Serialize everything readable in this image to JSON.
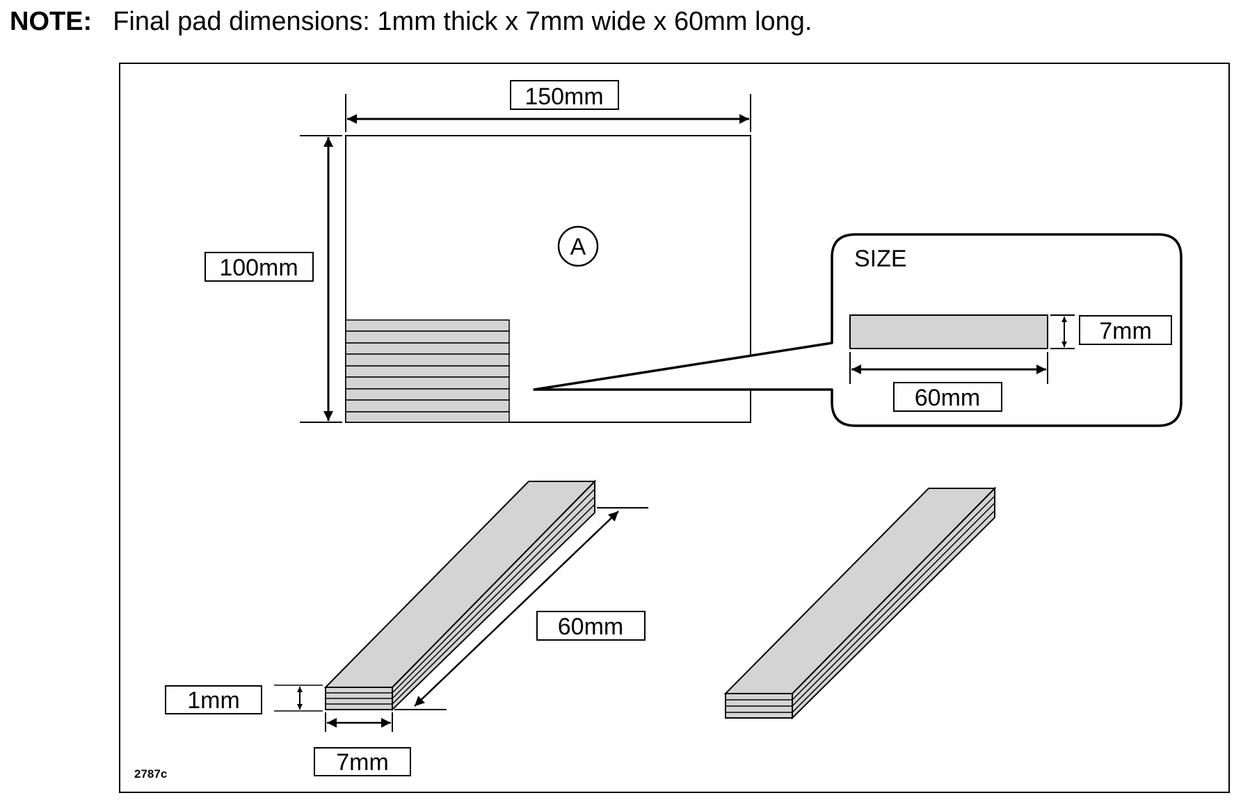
{
  "note": {
    "label": "NOTE:",
    "text": "Final pad dimensions: 1mm thick x 7mm wide x 60mm long."
  },
  "sheet": {
    "width_label": "150mm",
    "height_label": "100mm",
    "marker": "A"
  },
  "callout": {
    "title": "SIZE",
    "width_label": "7mm",
    "length_label": "60mm"
  },
  "pad_left": {
    "length_label": "60mm",
    "thickness_label": "1mm",
    "width_label": "7mm"
  },
  "figure_id": "2787c",
  "colors": {
    "pad_fill": "#d4d4d4",
    "line": "#000000"
  }
}
